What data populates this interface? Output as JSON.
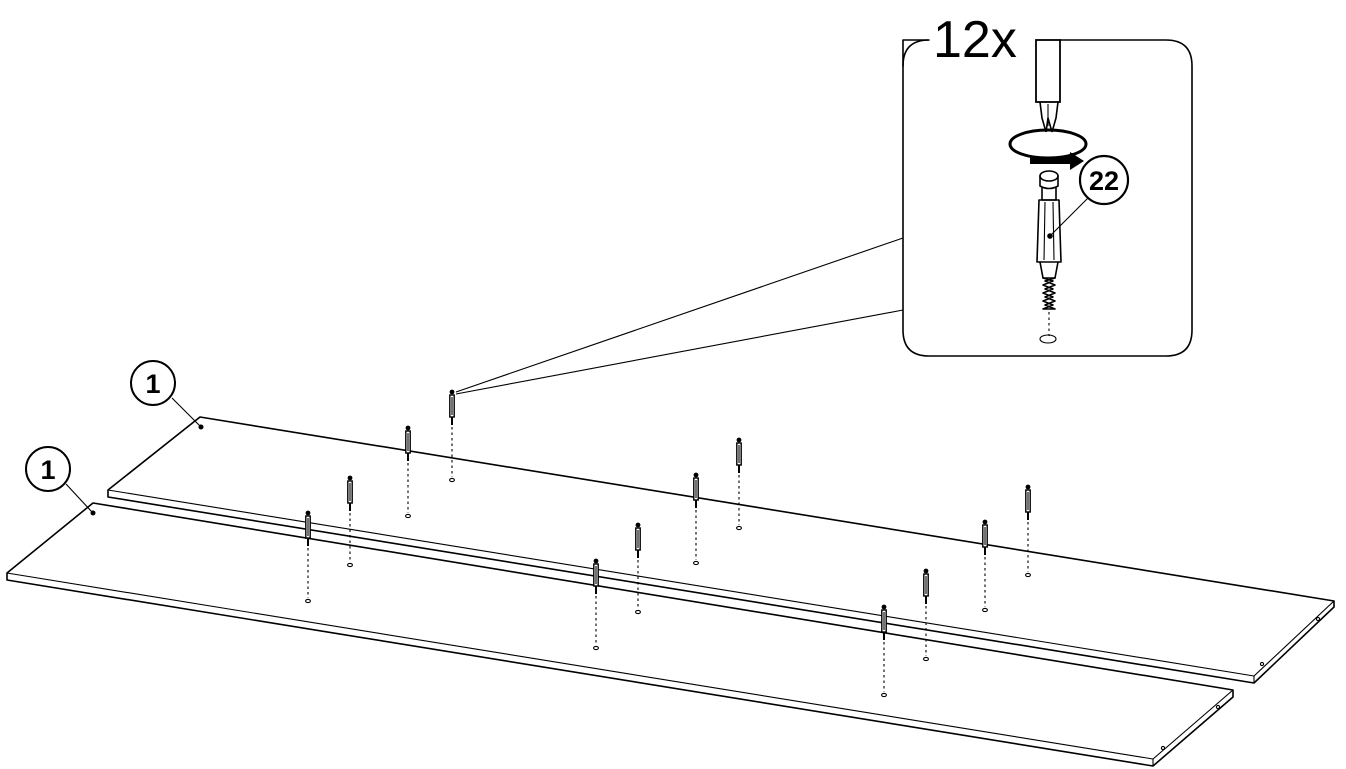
{
  "quantity_label": "12x",
  "part_callouts": [
    {
      "label": "1",
      "part": "back-panel"
    },
    {
      "label": "1",
      "part": "front-panel"
    }
  ],
  "fitting_callout": {
    "label": "22",
    "part": "cam-lock-dowel"
  },
  "icons": [
    "screwdriver-icon",
    "rotate-clockwise-arrow-icon",
    "cam-lock-dowel-icon"
  ],
  "colors": {
    "ink": "#000000",
    "background": "#ffffff"
  }
}
